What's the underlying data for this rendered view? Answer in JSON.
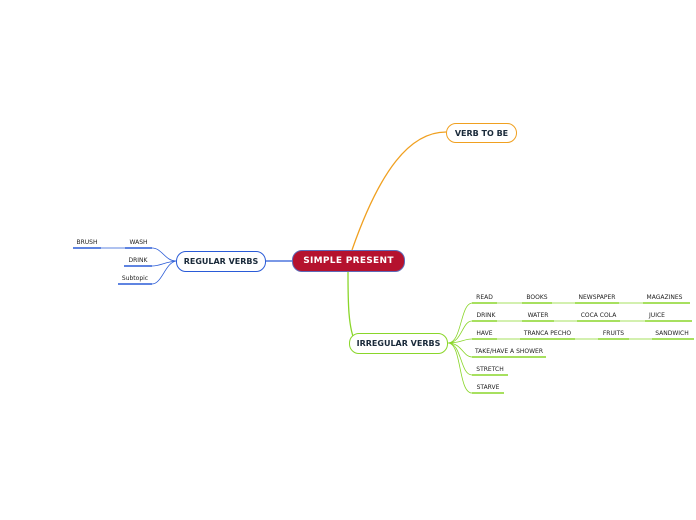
{
  "central": {
    "label": "SIMPLE PRESENT"
  },
  "verb_to_be": {
    "label": "VERB TO BE"
  },
  "regular_verbs": {
    "label": "REGULAR VERBS",
    "items": [
      "WASH",
      "BRUSH",
      "DRINK",
      "Subtopic"
    ]
  },
  "irregular_verbs": {
    "label": "IRREGULAR VERBS",
    "rows": [
      [
        "READ",
        "BOOKS",
        "NEWSPAPER",
        "MAGAZINES"
      ],
      [
        "DRINK",
        "WATER",
        "COCA COLA",
        "JUICE"
      ],
      [
        "HAVE",
        "TRANCA PECHO",
        "FRUITS",
        "SANDWICH"
      ],
      [
        "TAKE/HAVE A SHOWER"
      ],
      [
        "STRETCH"
      ],
      [
        "STARVE"
      ]
    ]
  },
  "colors": {
    "central_fill": "#b5122e",
    "verb_to_be": "#f0a020",
    "regular": "#2a5bd7",
    "irregular": "#8ad62a"
  }
}
